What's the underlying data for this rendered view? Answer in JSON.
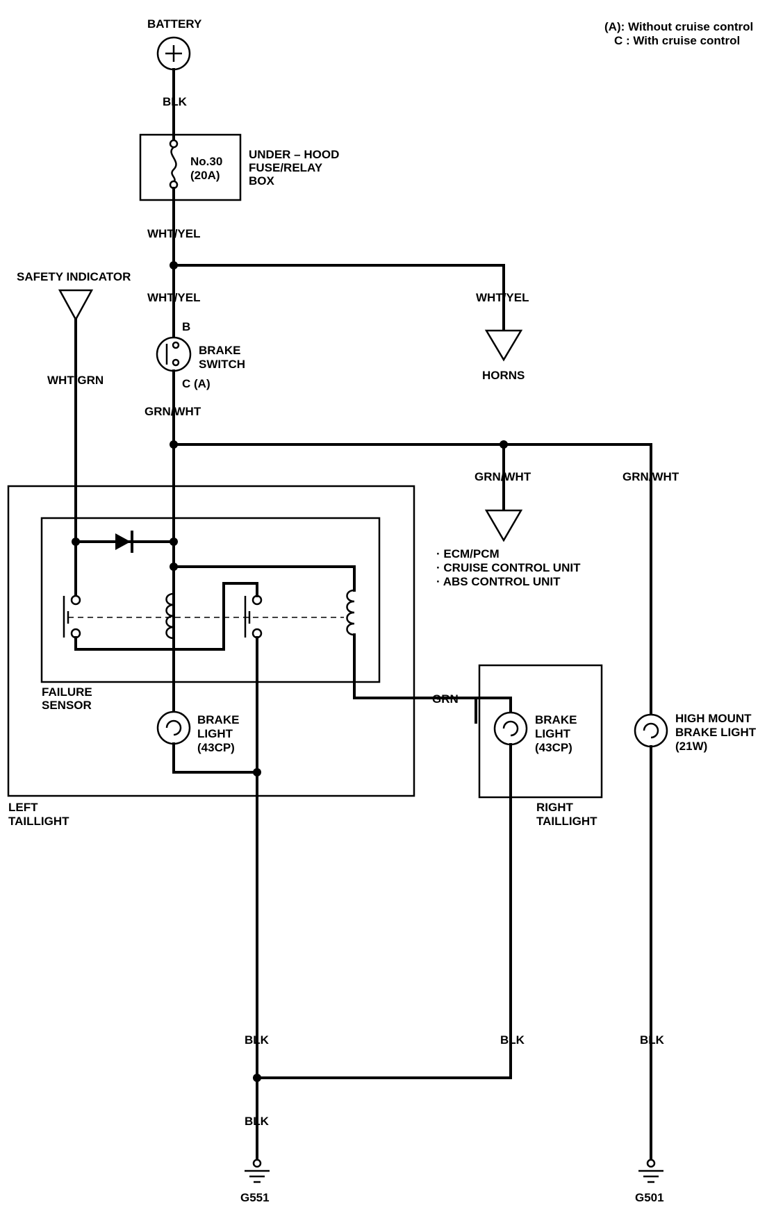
{
  "legend": {
    "line1": "(A): Without cruise control",
    "line2": "C : With cruise control"
  },
  "battery": {
    "label": "BATTERY"
  },
  "fuse": {
    "number": "No.30",
    "rating": "(20A)"
  },
  "fusebox": {
    "line1": "UNDER – HOOD",
    "line2": "FUSE/RELAY",
    "line3": "BOX"
  },
  "wires": {
    "blk_battery": "BLK",
    "wht_yel_1": "WHT/YEL",
    "wht_yel_2": "WHT/YEL",
    "wht_yel_horns": "WHT/YEL",
    "wht_grn": "WHT/GRN",
    "grn_wht_1": "GRN/WHT",
    "grn_wht_2": "GRN/WHT",
    "grn_wht_3": "GRN/WHT",
    "grn": "GRN",
    "blk_left": "BLK",
    "blk_right": "BLK",
    "blk_high": "BLK",
    "blk_ground": "BLK"
  },
  "safety_indicator": "SAFETY INDICATOR",
  "horns": "HORNS",
  "brake_switch": {
    "line1": "BRAKE",
    "line2": "SWITCH",
    "terminal_b": "B",
    "terminal_c": "C (A)"
  },
  "ecm": {
    "line1": "· ECM/PCM",
    "line2": "· CRUISE CONTROL UNIT",
    "line3": "· ABS CONTROL UNIT"
  },
  "failure_sensor": {
    "line1": "FAILURE",
    "line2": "SENSOR"
  },
  "left_brake_light": {
    "line1": "BRAKE",
    "line2": "LIGHT",
    "line3": "(43CP)"
  },
  "right_brake_light": {
    "line1": "BRAKE",
    "line2": "LIGHT",
    "line3": "(43CP)"
  },
  "high_mount": {
    "line1": "HIGH MOUNT",
    "line2": "BRAKE LIGHT",
    "line3": "(21W)"
  },
  "left_taillight": {
    "line1": "LEFT",
    "line2": "TAILLIGHT"
  },
  "right_taillight": {
    "line1": "RIGHT",
    "line2": "TAILLIGHT"
  },
  "grounds": {
    "left": "G551",
    "right": "G501"
  }
}
